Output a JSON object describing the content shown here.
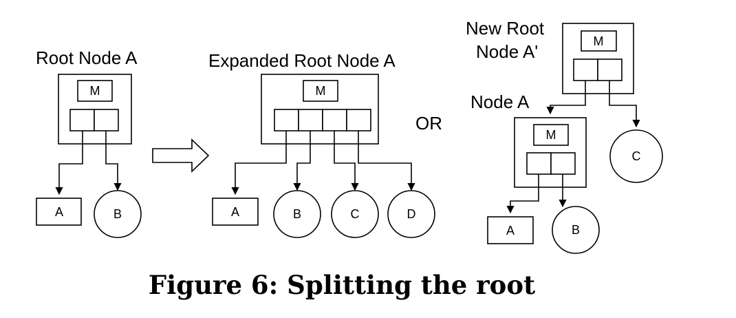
{
  "diagram": {
    "left": {
      "title": "Root Node A",
      "metadata_label": "M",
      "leaf_a": "A",
      "child_b": "B"
    },
    "middle": {
      "title": "Expanded Root Node A",
      "metadata_label": "M",
      "leaf_a": "A",
      "child_b": "B",
      "child_c": "C",
      "child_d": "D"
    },
    "or_label": "OR",
    "right": {
      "new_root_line1": "New Root",
      "new_root_line2": "Node A'",
      "new_root_metadata_label": "M",
      "node_a_title": "Node A",
      "node_a_metadata_label": "M",
      "child_c": "C",
      "leaf_a": "A",
      "child_b": "B"
    }
  },
  "caption": "Figure 6: Splitting the root"
}
